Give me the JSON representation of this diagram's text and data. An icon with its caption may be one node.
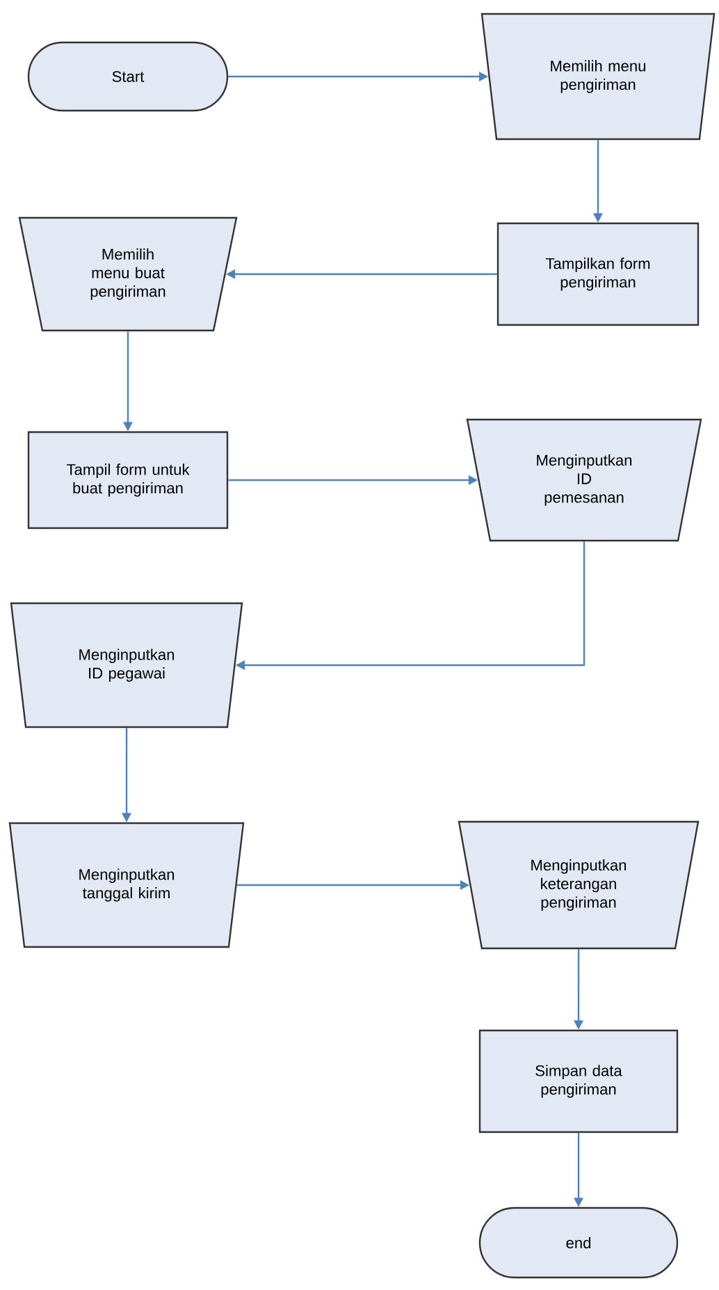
{
  "diagram": {
    "nodes": [
      {
        "text": [
          "Start"
        ]
      },
      {
        "text": [
          "Memilih menu pengiriman"
        ]
      },
      {
        "text": [
          "Tampilkan form pengiriman"
        ]
      },
      {
        "text": [
          "Memilih menu buat pengiriman"
        ]
      },
      {
        "text": [
          "Tampil form untuk buat pengiriman"
        ]
      },
      {
        "text": [
          "Menginputkan ID pemesanan"
        ]
      },
      {
        "text": [
          "Menginputkan ID pegawai"
        ]
      },
      {
        "text": [
          "Menginputkan tanggal kirim"
        ]
      },
      {
        "text": [
          "Menginputkan keterangan pengiriman"
        ]
      },
      {
        "text": [
          "Simpan data pengiriman"
        ]
      },
      {
        "text": [
          "end"
        ]
      }
    ],
    "edges": [
      {
        "from": 0,
        "to": 1,
        "arrow": "to"
      },
      {
        "from": 1,
        "to": 2,
        "arrow": "to"
      },
      {
        "from": 2,
        "to": 3,
        "arrow": "to"
      },
      {
        "from": 3,
        "to": 4,
        "arrow": "to"
      },
      {
        "from": 4,
        "to": 5,
        "arrow": "to"
      },
      {
        "from": 5,
        "to": 6,
        "arrow": "to"
      },
      {
        "from": 6,
        "to": 7,
        "arrow": "to"
      },
      {
        "from": 7,
        "to": 8,
        "arrow": "to"
      },
      {
        "from": 8,
        "to": 9,
        "arrow": "to"
      },
      {
        "from": 9,
        "to": 10,
        "arrow": "to"
      }
    ]
  }
}
